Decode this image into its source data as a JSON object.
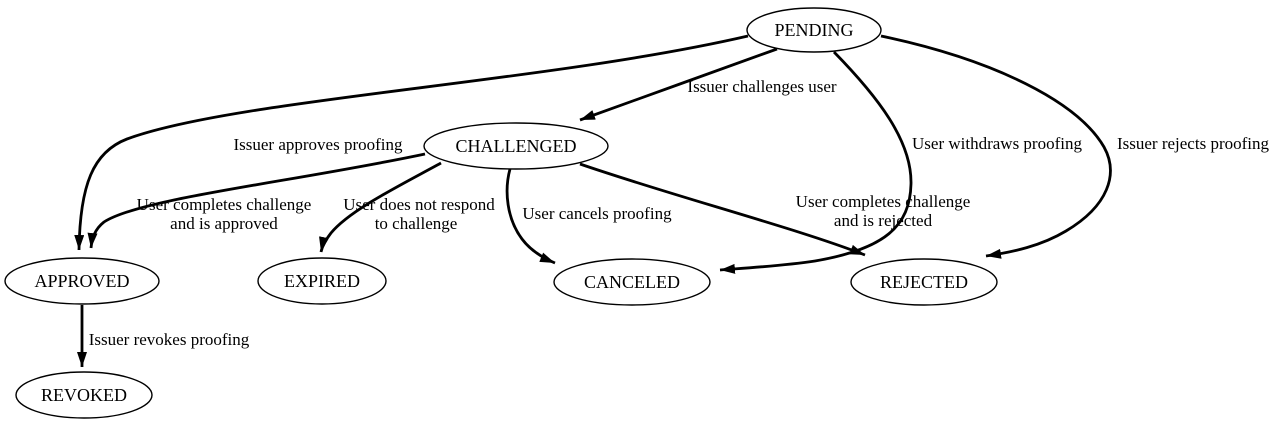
{
  "diagram": {
    "type": "directed-graph-state-machine",
    "colors": {
      "background": "#ffffff",
      "node_fill": "#ffffff",
      "stroke": "#000000",
      "text": "#000000"
    },
    "nodes": {
      "pending": {
        "label": "PENDING"
      },
      "challenged": {
        "label": "CHALLENGED"
      },
      "approved": {
        "label": "APPROVED"
      },
      "expired": {
        "label": "EXPIRED"
      },
      "canceled": {
        "label": "CANCELED"
      },
      "rejected": {
        "label": "REJECTED"
      },
      "revoked": {
        "label": "REVOKED"
      }
    },
    "edges": {
      "pending_challenged": {
        "from": "PENDING",
        "to": "CHALLENGED",
        "label_lines": [
          "Issuer challenges user"
        ]
      },
      "pending_approved": {
        "from": "PENDING",
        "to": "APPROVED",
        "label_lines": [
          "Issuer approves proofing"
        ]
      },
      "pending_canceled": {
        "from": "PENDING",
        "to": "CANCELED",
        "label_lines": [
          "User withdraws proofing"
        ]
      },
      "pending_rejected": {
        "from": "PENDING",
        "to": "REJECTED",
        "label_lines": [
          "Issuer rejects proofing"
        ]
      },
      "challenged_approved": {
        "from": "CHALLENGED",
        "to": "APPROVED",
        "label_lines": [
          "User completes challenge",
          "and is approved"
        ]
      },
      "challenged_expired": {
        "from": "CHALLENGED",
        "to": "EXPIRED",
        "label_lines": [
          "User does not respond",
          "to challenge"
        ]
      },
      "challenged_canceled": {
        "from": "CHALLENGED",
        "to": "CANCELED",
        "label_lines": [
          "User cancels proofing"
        ]
      },
      "challenged_rejected": {
        "from": "CHALLENGED",
        "to": "REJECTED",
        "label_lines": [
          "User completes challenge",
          "and is rejected"
        ]
      },
      "approved_revoked": {
        "from": "APPROVED",
        "to": "REVOKED",
        "label_lines": [
          "Issuer revokes proofing"
        ]
      }
    }
  }
}
